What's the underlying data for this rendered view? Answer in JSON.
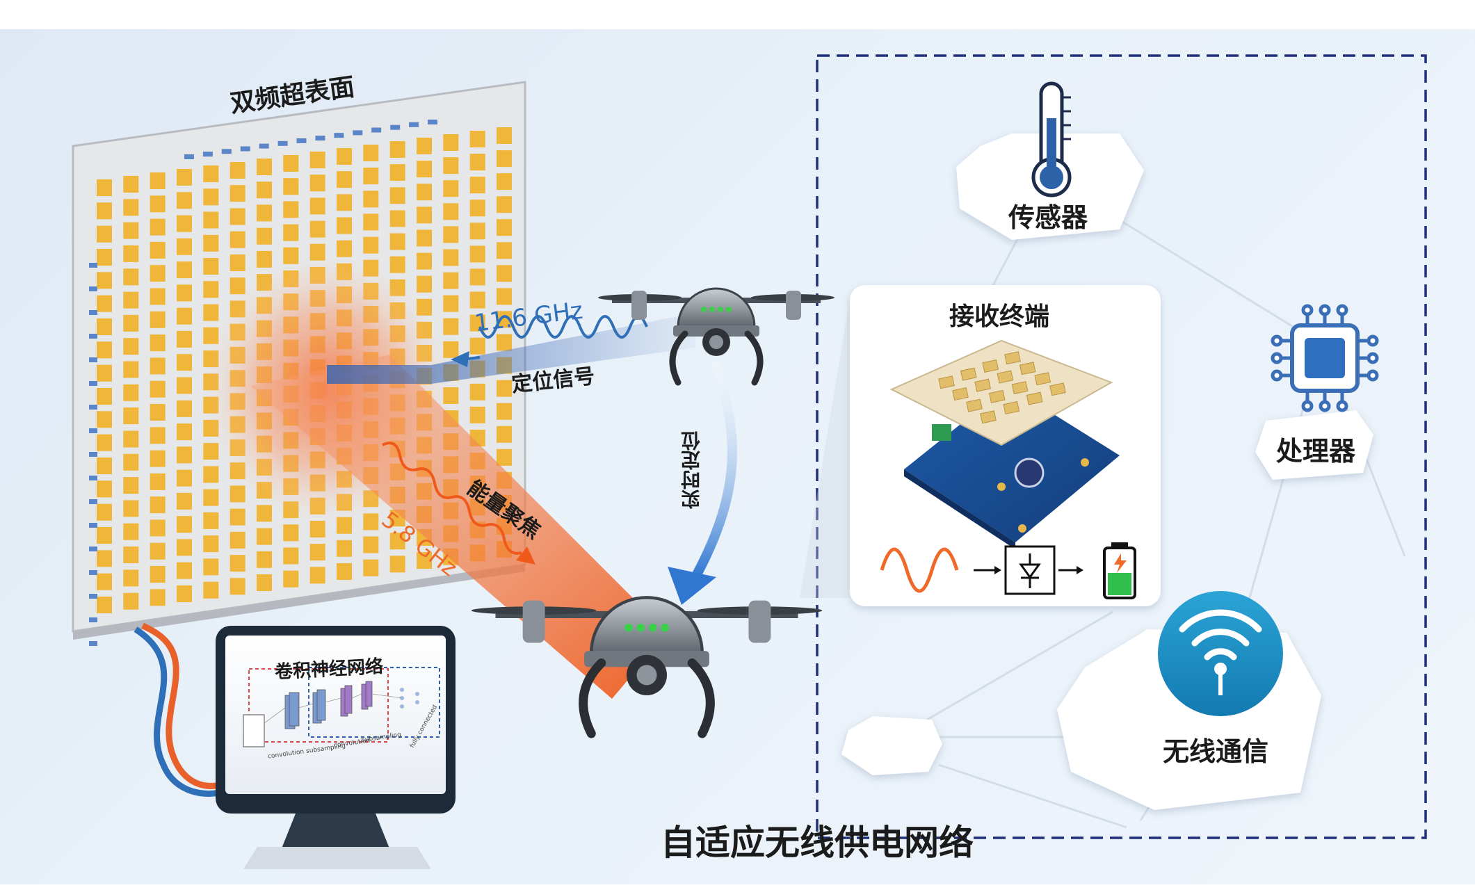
{
  "labels": {
    "metasurface": "双频超表面",
    "positioning_freq": "11.6 GHz",
    "positioning_signal": "定位信号",
    "energy_focus": "能量聚焦",
    "energy_freq": "5.8 GHz",
    "realtime_positioning": "实时定位",
    "cnn": "卷积神经网络",
    "receiver": "接收终端",
    "sensor": "传感器",
    "processor": "处理器",
    "wireless_comm": "无线通信",
    "network_title": "自适应无线供电网络"
  },
  "cnn_layers": {
    "convolution1": "convolution",
    "subsampling1": "subsampling",
    "convolution2": "convolution",
    "subsampling2": "subsampling",
    "fully_connected": "fully connected"
  },
  "colors": {
    "patch_gold": "#f0b63a",
    "patch_blue": "#5a85c9",
    "signal_blue": "#2f6fb8",
    "energy_orange": "#ef6a2a",
    "dashed_border": "#1f2f7a",
    "wifi_teal": "#1a8fc4"
  },
  "icons": [
    "thermometer-icon",
    "chip-icon",
    "wifi-icon",
    "diode-icon",
    "battery-icon",
    "sine-wave-icon",
    "drone-icon",
    "monitor-icon"
  ]
}
